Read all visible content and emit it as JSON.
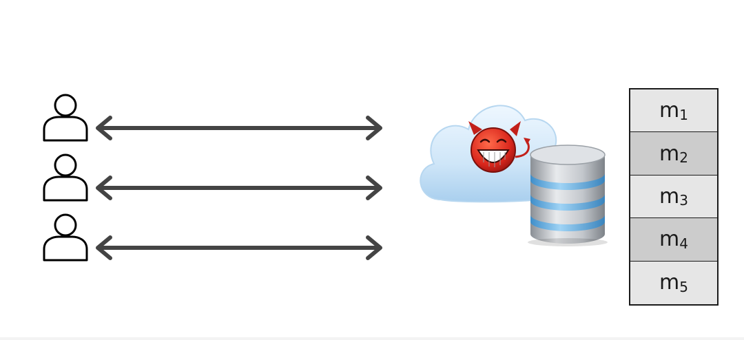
{
  "users": [
    {
      "icon": "user-icon"
    },
    {
      "icon": "user-icon"
    },
    {
      "icon": "user-icon"
    }
  ],
  "server": {
    "cloud_icon": "cloud-icon",
    "devil_icon": "devil-icon",
    "database_icon": "database-icon"
  },
  "memory": {
    "rows": [
      {
        "base": "m",
        "sub": "1",
        "shade": "#e6e6e6"
      },
      {
        "base": "m",
        "sub": "2",
        "shade": "#cccccc"
      },
      {
        "base": "m",
        "sub": "3",
        "shade": "#e6e6e6"
      },
      {
        "base": "m",
        "sub": "4",
        "shade": "#cccccc"
      },
      {
        "base": "m",
        "sub": "5",
        "shade": "#e6e6e6"
      }
    ]
  },
  "colors": {
    "arrow": "#444444",
    "devil": "#d9261c",
    "cloud": "#cfe6f8"
  }
}
